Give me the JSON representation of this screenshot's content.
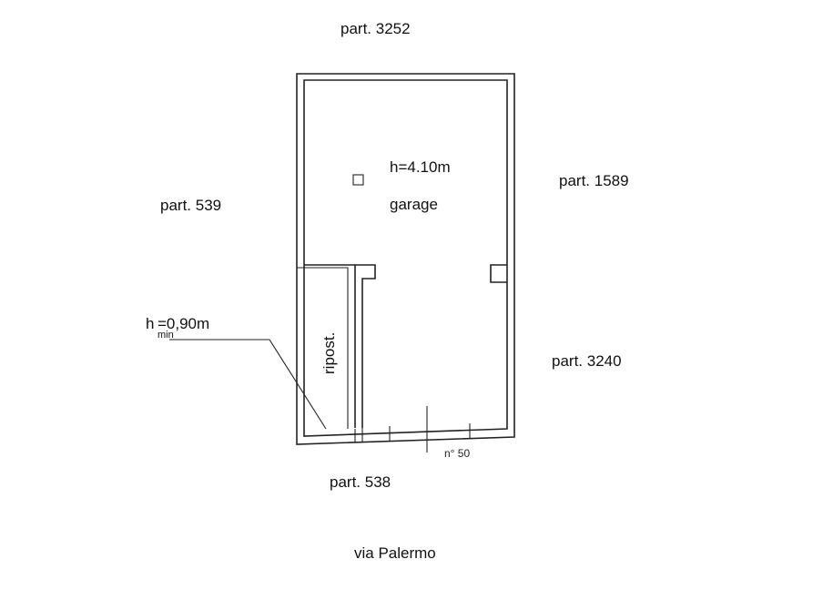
{
  "parcels": {
    "north": "part. 3252",
    "east_upper": "part. 1589",
    "west": "part. 539",
    "east_lower": "part. 3240",
    "south": "part. 538"
  },
  "rooms": {
    "garage_height": "h=4.10m",
    "garage_name": "garage",
    "storage_name": "ripost."
  },
  "min_height": {
    "prefix": "h",
    "subscript": "min",
    "value": "=0,90m"
  },
  "civic_number": "n° 50",
  "street": "via Palermo"
}
